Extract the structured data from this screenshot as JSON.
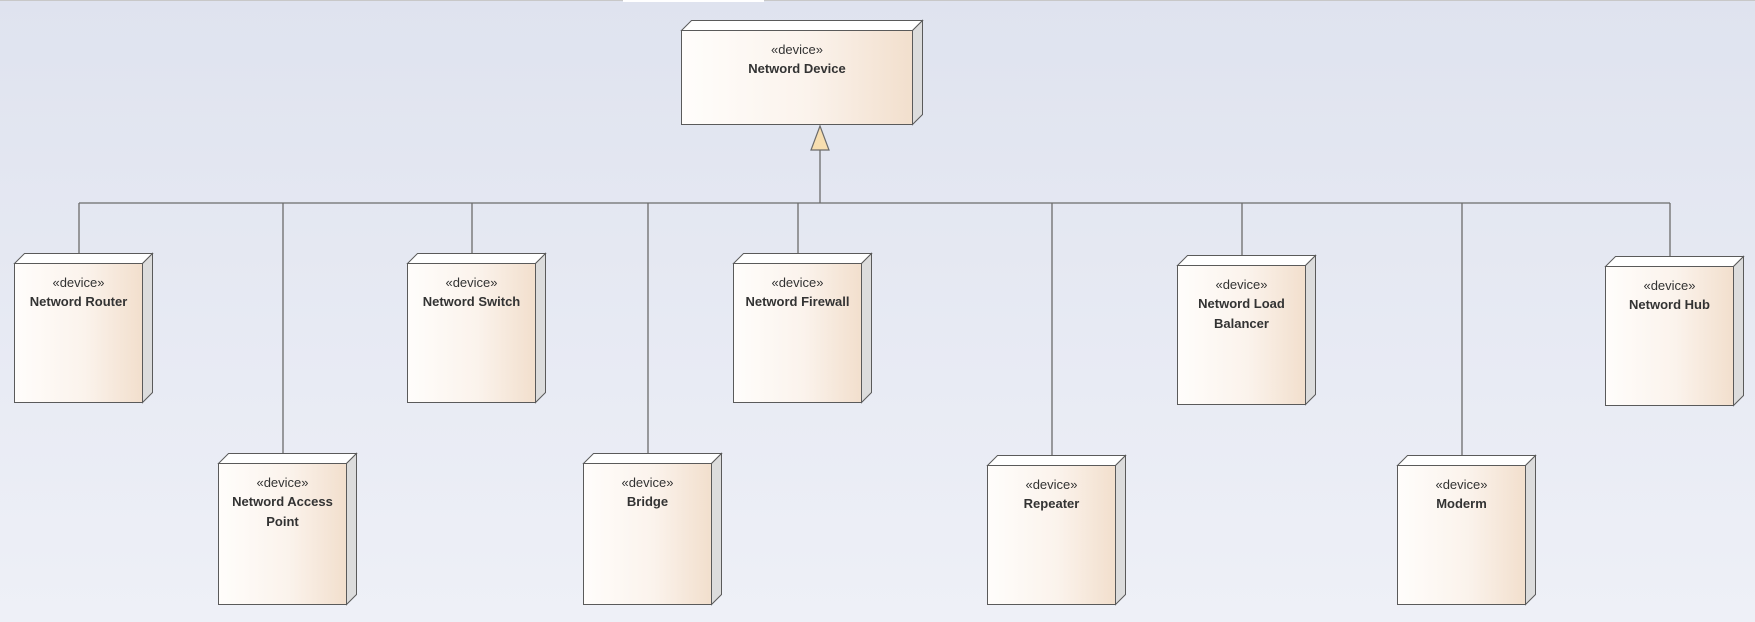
{
  "stereotype": "«device»",
  "root": {
    "name": "Netword Device"
  },
  "children": [
    {
      "id": "router",
      "name": "Netword Router"
    },
    {
      "id": "access-point",
      "name": "Netword Access Point"
    },
    {
      "id": "switch",
      "name": "Netword Switch"
    },
    {
      "id": "bridge",
      "name": "Bridge"
    },
    {
      "id": "firewall",
      "name": "Netword Firewall"
    },
    {
      "id": "repeater",
      "name": "Repeater"
    },
    {
      "id": "load-balancer",
      "name": "Netword Load Balancer"
    },
    {
      "id": "moderm",
      "name": "Moderm"
    },
    {
      "id": "hub",
      "name": "Netword Hub"
    }
  ],
  "relationship": "generalization",
  "colors": {
    "line": "#6b6b6b",
    "node_border": "#5a5a5a",
    "arrow_fill": "#f7deb0",
    "node_fill_start": "#fffdfb",
    "node_fill_end": "#f2dfcd"
  }
}
